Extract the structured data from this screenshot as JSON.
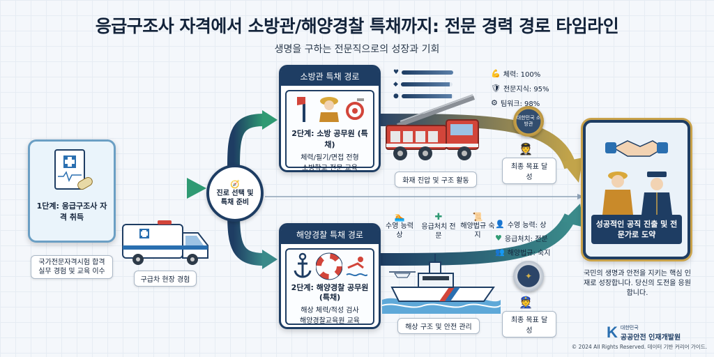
{
  "header": {
    "title": "응급구조사 자격에서 소방관/해양경찰 특채까지: 전문 경력 경로 타임라인",
    "subtitle": "생명을 구하는 전문직으로의 성장과 기회"
  },
  "stage1": {
    "title": "1단계: 응급구조사 자격 취득",
    "note": "국가전문자격시험 합격 실무 경험 및 교육 이수",
    "pill": "구급차 현장 경험"
  },
  "junction": {
    "label": "진로 선택 및 특채 준비"
  },
  "fire": {
    "head": "소방관 특채 경로",
    "stage": "2단계: 소방 공무원 (특채)",
    "desc1": "체력/필기/면접 전형",
    "desc2": "소방학교 전문 교육",
    "pill": "화재 진압 및 구조 활동",
    "stats": [
      {
        "icon": "💪",
        "label": "체력: 100%",
        "value": 1.0
      },
      {
        "icon": "🛡",
        "label": "전문지식: 95%",
        "value": 0.95
      },
      {
        "icon": "⚙",
        "label": "팀워크: 98%",
        "value": 0.98
      }
    ],
    "badge": "대한민국 소방관",
    "goal": "최종 목표 달성"
  },
  "sea": {
    "head": "해양경찰 특채 경로",
    "stage": "2단계: 해양경찰 공무원 (특채)",
    "desc1": "해상 체력/적성 검사",
    "desc2": "해양경찰교육원 교육",
    "pill": "해상 구조 및 안전 관리",
    "skills": [
      {
        "label": "수영 능력 상"
      },
      {
        "label": "응급처치 전문"
      },
      {
        "label": "해양법규 숙지"
      }
    ],
    "stats": [
      {
        "label": "수영 능력: 상"
      },
      {
        "label": "응급처치: 전문"
      },
      {
        "label": "해양법규: 숙지"
      }
    ],
    "goal": "최종 목표 달성"
  },
  "final": {
    "title": "성공적인 공직 진출 및 전문가로 도약",
    "message": "국민의 생명과 안전을 지키는 핵심 인재로 성장합니다. 당신의 도전을 응원합니다."
  },
  "footer": {
    "org_small": "대한민국",
    "org": "공공안전 인재개발원",
    "copyright": "© 2024 All Rights Reserved. 데이터 기반 커리어 가이드."
  },
  "colors": {
    "navy": "#1e3d63",
    "green": "#2f9a73",
    "gold": "#b89a3a",
    "teal": "#2d6f86"
  }
}
